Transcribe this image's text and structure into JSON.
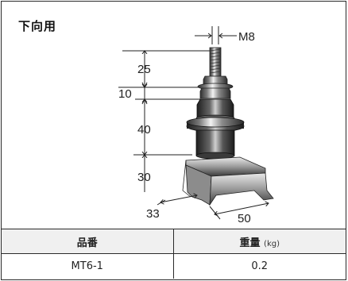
{
  "title": "下向用",
  "dimensions": {
    "thread": "M8",
    "d25": "25",
    "d10": "10",
    "d40": "40",
    "d30": "30",
    "d33": "33",
    "d50": "50"
  },
  "table": {
    "headers": {
      "part_number": "品番",
      "weight": "重量",
      "weight_unit": "(kg)"
    },
    "rows": [
      {
        "part_number": "MT6-1",
        "weight": "0.2"
      }
    ]
  }
}
